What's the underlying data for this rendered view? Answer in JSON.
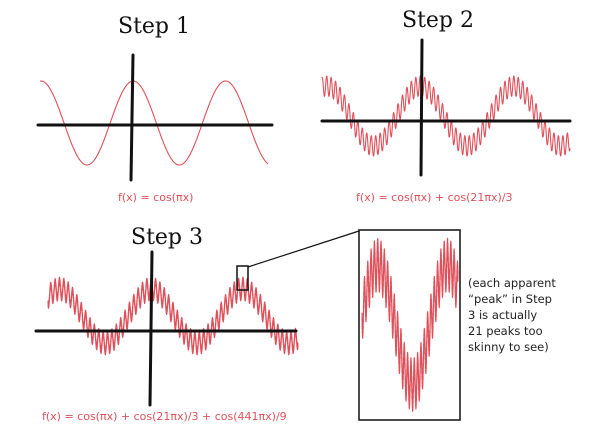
{
  "steps": [
    {
      "title": "Step 1",
      "formula": "f(x) = cos(πx)"
    },
    {
      "title": "Step 2",
      "formula": "f(x) = cos(πx) + cos(21πx)/3"
    },
    {
      "title": "Step 3",
      "formula": "f(x) = cos(πx) + cos(21πx)/3 + cos(441πx)/9"
    }
  ],
  "note_lines": [
    "(each apparent",
    "“peak” in Step",
    "3 is actually",
    "21 peaks too",
    "skinny to see)"
  ],
  "colors": {
    "curve": "#e0505a",
    "ink": "#111111"
  }
}
